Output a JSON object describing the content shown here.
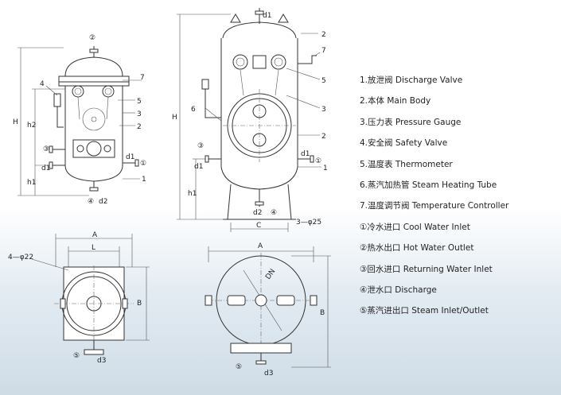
{
  "legend": [
    {
      "text": "1.放泄阀 Discharge Valve"
    },
    {
      "text": "2.本体 Main Body"
    },
    {
      "text": "3.压力表 Pressure Gauge"
    },
    {
      "text": "4.安全阀 Safety Valve"
    },
    {
      "text": "5.温度表 Thermometer"
    },
    {
      "text": "6.蒸汽加热管 Steam Heating Tube"
    },
    {
      "text": "7.温度调节阀 Temperature Controller"
    },
    {
      "text": "①冷水进口 Cool Water Inlet"
    },
    {
      "text": "②热水出口 Hot Water Outlet"
    },
    {
      "text": "③回水进口 Returning Water Inlet"
    },
    {
      "text": "④泄水口 Discharge"
    },
    {
      "text": "⑤蒸汽进出口 Steam Inlet/Outlet"
    }
  ],
  "labels": {
    "n1": "1",
    "n2": "2",
    "n3": "3",
    "n4": "4",
    "n5": "5",
    "n6": "6",
    "n7": "7",
    "c1": "①",
    "c2": "②",
    "c3": "③",
    "c4": "④",
    "c5": "⑤",
    "d1": "d1",
    "d2": "d2",
    "d3": "d3",
    "H": "H",
    "h1": "h1",
    "h2": "h2",
    "A": "A",
    "B": "B",
    "C": "C",
    "L": "L",
    "DN": "DN",
    "holes4": "4—φ22",
    "holes3": "3—φ25"
  }
}
